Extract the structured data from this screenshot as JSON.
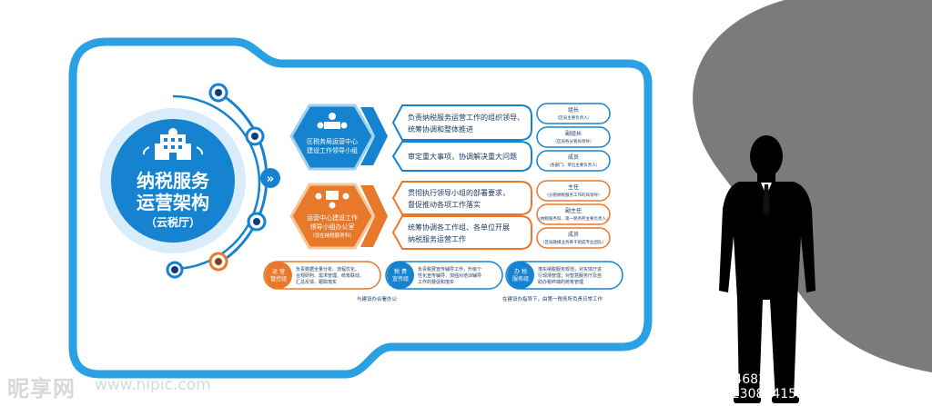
{
  "main_title": {
    "line1": "纳税服务",
    "line2": "运营架构",
    "line3": "（云税厅）"
  },
  "hex_top": {
    "line1": "区税务局运营中心",
    "line2": "建设工作领导小组"
  },
  "hex_bottom": {
    "line1": "运营中心建设工作",
    "line2": "领导小组办公室",
    "line3": "（设在纳税服务科）"
  },
  "duties": [
    {
      "line1": "负责纳税服务运营工作的组织领导、",
      "line2": "统筹协调和整体推进"
    },
    {
      "line1": "审定重大事项，协调解决重大问题",
      "line2": ""
    },
    {
      "line1": "贯彻执行领导小组的部署要求，",
      "line2": "督促推动各项工作落实"
    },
    {
      "line1": "统筹协调各工作组、各单位开展",
      "line2": "纳税服务运营工作"
    }
  ],
  "roles": [
    {
      "title": "组长",
      "desc": "（区局主要负责人）"
    },
    {
      "title": "副组长",
      "desc": "（区局各分管局领导）"
    },
    {
      "title": "成员",
      "desc": "（各部门、单位主要负责人）"
    },
    {
      "title": "主任",
      "desc": "（分管纳税服务工作的局领导）"
    },
    {
      "title": "副主任",
      "desc": "（纳税服务科、第一税务所主要负责人）"
    },
    {
      "title": "成员",
      "desc": "（区局融媒业务骨干组成专业团队）"
    }
  ],
  "groups": [
    {
      "label1": "运 营",
      "label2": "管控组",
      "line1": "负责数据全量分析、流程优化、",
      "line2": "合规研判、需求管理、统筹联动、",
      "line3": "汇总反馈、跟踪落实"
    },
    {
      "label1": "税 费",
      "label2": "宣传组",
      "line1": "负责税费宣传辅导工作，升级个",
      "line2": "性化宣传辅导，加强对培训辅导",
      "line3": "工作的督促和落实"
    },
    {
      "label1": "办 税",
      "label2": "服务组",
      "line1": "落实纳税服务规范，对实体厅进",
      "line2": "行现场管理；对智慧服务厅及自",
      "line3": "助办税终端的统筹管理"
    }
  ],
  "notes": {
    "left": "与建设办合署办公",
    "right": "在建设办指导下，由第一税务所负责日常工作"
  },
  "watermarks": {
    "logo": "昵享网",
    "url": "www.nipic.com",
    "id": "ID:27246827 NO:20230824155734837108"
  },
  "colors": {
    "blue": "#1583d0",
    "orange": "#e8792a",
    "frame": "#2aa1e2",
    "navy": "#0d3d7a",
    "gray": "#7b7b7b"
  }
}
